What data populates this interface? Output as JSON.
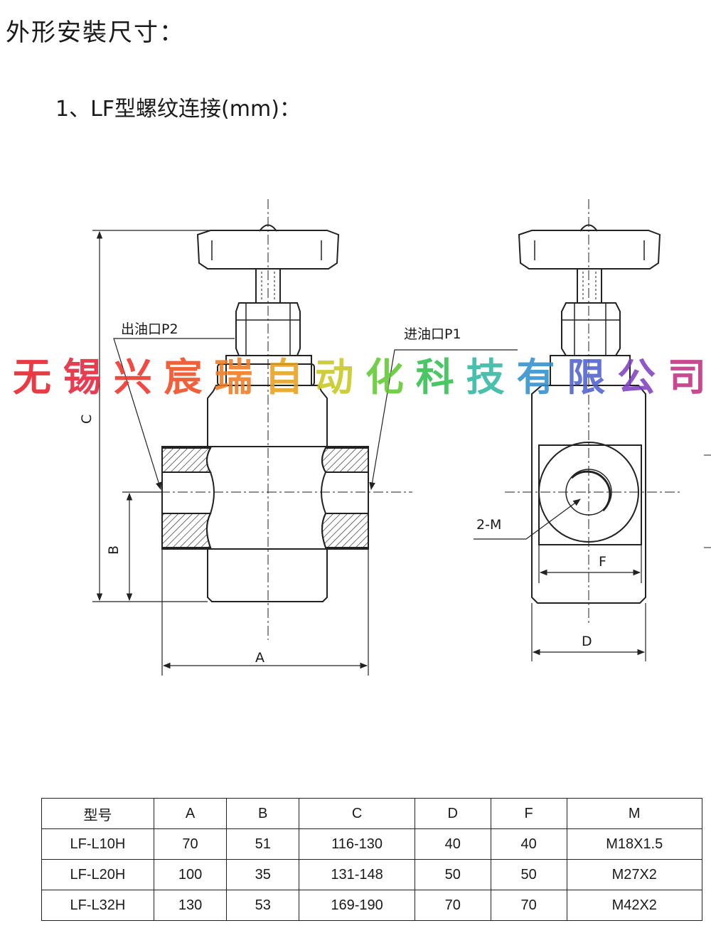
{
  "heading": {
    "title": "外形安裝尺寸：",
    "subtitle": "1、LF型螺纹连接(mm)："
  },
  "diagram": {
    "labels": {
      "outlet": "出油口P2",
      "inlet": "进油口P1",
      "dim_a": "A",
      "dim_b": "B",
      "dim_c": "C",
      "dim_d": "D",
      "dim_f": "F",
      "thread": "2-M"
    }
  },
  "watermark": {
    "chars": [
      "无",
      "锡",
      "兴",
      "宸",
      "瑞",
      "自",
      "动",
      "化",
      "科",
      "技",
      "有",
      "限",
      "公",
      "司"
    ],
    "colors": [
      "#e8202a",
      "#e8203a",
      "#f0302a",
      "#f04a20",
      "#f07a20",
      "#e8a020",
      "#c8c820",
      "#60c830",
      "#30c050",
      "#30b8a0",
      "#3090d0",
      "#5060d0",
      "#8040c0",
      "#c03080"
    ]
  },
  "table": {
    "headers": [
      "型号",
      "A",
      "B",
      "C",
      "D",
      "F",
      "M"
    ],
    "rows": [
      [
        "LF-L10H",
        "70",
        "51",
        "116-130",
        "40",
        "40",
        "M18X1.5"
      ],
      [
        "LF-L20H",
        "100",
        "35",
        "131-148",
        "50",
        "50",
        "M27X2"
      ],
      [
        "LF-L32H",
        "130",
        "53",
        "169-190",
        "70",
        "70",
        "M42X2"
      ]
    ]
  }
}
